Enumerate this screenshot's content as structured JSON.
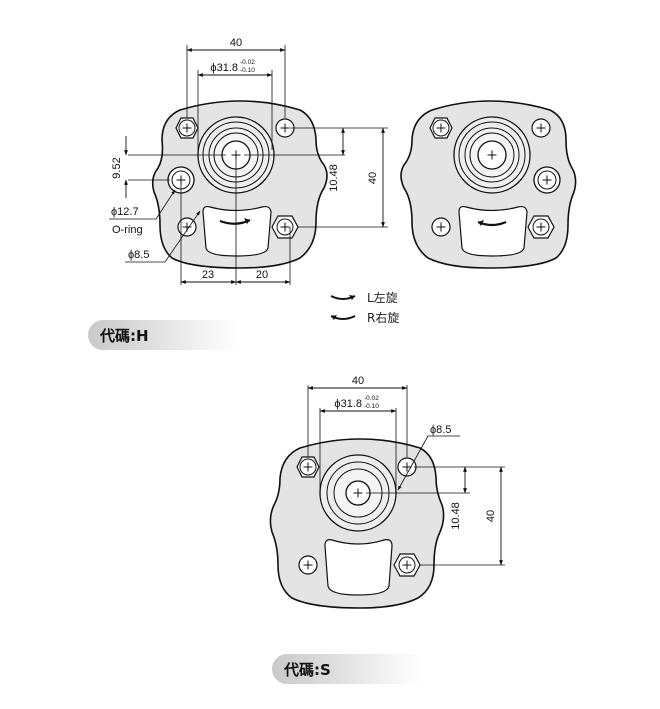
{
  "labels": {
    "h_dim_40_top": "40",
    "h_dia_31_8": "ϕ31.8",
    "h_tol_upper": "-0.02",
    "h_tol_lower": "-0.10",
    "h_dim_9_52": "9.52",
    "h_dim_10_48": "10.48",
    "h_dim_40_right": "40",
    "h_dia_12_7": "ϕ12.7",
    "h_oring": "O-ring",
    "h_dia_8_5": "ϕ8.5",
    "h_dim_23": "23",
    "h_dim_20": "20",
    "legend_left": "L左旋",
    "legend_right": "R右旋",
    "code_h": "代碼:H",
    "s_dim_40_top": "40",
    "s_dia_31_8": "ϕ31.8",
    "s_tol_upper": "-0.02",
    "s_tol_lower": "-0.10",
    "s_dia_8_5": "ϕ8.5",
    "s_dim_10_48": "10.48",
    "s_dim_40_right": "40",
    "code_s": "代碼:S"
  },
  "colors": {
    "body_fill": "#e4e4e4",
    "stroke": "#111111",
    "badge_start": "#c9c9c9"
  }
}
